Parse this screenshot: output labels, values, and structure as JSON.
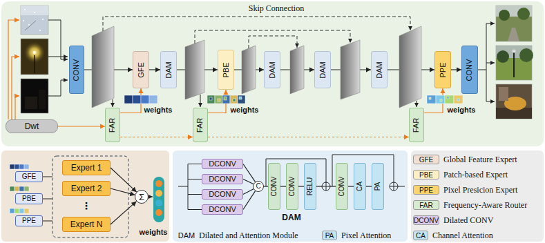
{
  "diagram": {
    "nodes": [
      {
        "text": [
          "CONV"
        ]
      },
      {
        "text": [
          "GFE"
        ]
      },
      {
        "text": [
          "DAM"
        ]
      },
      {
        "text": [
          "PBE"
        ]
      },
      {
        "text": [
          "DAM"
        ]
      },
      {
        "text": [
          "DAM"
        ]
      },
      {
        "text": [
          "DAM"
        ]
      },
      {
        "text": [
          "PPE"
        ]
      },
      {
        "text": [
          "CONV"
        ]
      },
      {
        "text": [
          "Dwt"
        ]
      },
      {
        "text": [
          "FAR"
        ]
      },
      {
        "text": [
          "FAR"
        ]
      },
      {
        "text": [
          "FAR"
        ]
      },
      {
        "text": [
          "GFE"
        ]
      },
      {
        "text": [
          "PBE"
        ]
      },
      {
        "text": [
          "PPE"
        ]
      },
      {
        "text": [
          "Expert 1"
        ]
      },
      {
        "text": [
          "Expert 2"
        ]
      },
      {
        "text": [
          "Expert N"
        ]
      },
      {
        "text": [
          "Σ"
        ]
      },
      {
        "text": [
          "DCONV"
        ]
      },
      {
        "text": [
          "DCONV"
        ]
      },
      {
        "text": [
          "DCONV"
        ]
      },
      {
        "text": [
          "DCONV"
        ]
      },
      {
        "text": [
          "C"
        ]
      },
      {
        "text": [
          "CONV"
        ]
      },
      {
        "text": [
          "CONV"
        ]
      },
      {
        "text": [
          "RELU"
        ]
      },
      {
        "text": [
          "CONV"
        ]
      },
      {
        "text": [
          "CA"
        ]
      },
      {
        "text": [
          "PA"
        ]
      }
    ],
    "edges": [
      {
        "from": 0,
        "to": 1,
        "arrow": "to"
      },
      {
        "from": 1,
        "to": 2,
        "arrow": "to"
      },
      {
        "from": 2,
        "to": 3,
        "arrow": "to"
      },
      {
        "from": 3,
        "to": 4,
        "arrow": "to"
      },
      {
        "from": 4,
        "to": 5,
        "arrow": "to"
      },
      {
        "from": 5,
        "to": 6,
        "arrow": "to"
      },
      {
        "from": 6,
        "to": 7,
        "arrow": "to"
      },
      {
        "from": 7,
        "to": 8,
        "arrow": "to"
      },
      {
        "from": 9,
        "to": 10,
        "arrow": "to"
      },
      {
        "from": 10,
        "to": 11,
        "arrow": "to"
      },
      {
        "from": 11,
        "to": 12,
        "arrow": "to"
      },
      {
        "from": 10,
        "to": 1,
        "arrow": "to"
      },
      {
        "from": 11,
        "to": 3,
        "arrow": "to"
      },
      {
        "from": 12,
        "to": 7,
        "arrow": "to"
      },
      {
        "from": 16,
        "to": 19,
        "arrow": "to"
      },
      {
        "from": 17,
        "to": 19,
        "arrow": "to"
      },
      {
        "from": 18,
        "to": 19,
        "arrow": "to"
      },
      {
        "from": 20,
        "to": 24,
        "arrow": "none"
      },
      {
        "from": 21,
        "to": 24,
        "arrow": "none"
      },
      {
        "from": 22,
        "to": 24,
        "arrow": "none"
      },
      {
        "from": 23,
        "to": 24,
        "arrow": "none"
      },
      {
        "from": 24,
        "to": 25,
        "arrow": "none"
      },
      {
        "from": 25,
        "to": 26,
        "arrow": "none"
      },
      {
        "from": 26,
        "to": 27,
        "arrow": "none"
      },
      {
        "from": 27,
        "to": 28,
        "arrow": "none"
      },
      {
        "from": 28,
        "to": 29,
        "arrow": "none"
      },
      {
        "from": 29,
        "to": 30,
        "arrow": "none"
      }
    ],
    "labels": [
      "Skip Connection",
      "weights",
      "weights",
      "weights",
      "⋮",
      "weights",
      "DAM",
      "GFE",
      "PBE",
      "PPE",
      "FAR",
      "DCONV",
      "DAM",
      "PA",
      "CA"
    ],
    "legend": [
      {
        "text": "Global Feature Expert",
        "color": "#f1dfd2"
      },
      {
        "text": "Patch-based Expert",
        "color": "#fdefc4"
      },
      {
        "text": "Pixel Presicion Expert",
        "color": "#fbd46e"
      },
      {
        "text": "Frequency-Aware Router",
        "color": "#d6ebcf"
      },
      {
        "text": "Dilated CONV",
        "color": "#dccaea"
      },
      {
        "text": "Dilated and Attention Module"
      },
      {
        "text": "Pixel Attention",
        "color": "#c3e4f3"
      },
      {
        "text": "Channel Attention",
        "color": "#c3e4f3"
      }
    ]
  }
}
